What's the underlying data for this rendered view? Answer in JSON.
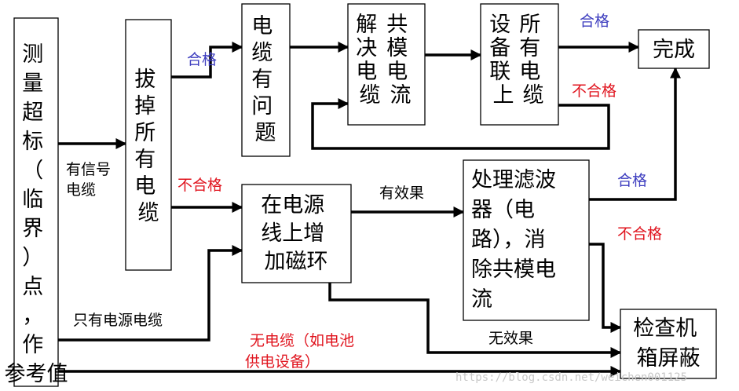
{
  "colors": {
    "pass": "#3d3dbf",
    "fail": "#e0141e",
    "line": "#000000"
  },
  "nodes": {
    "measure": "测量超标（临界）点，作参考值",
    "unplug": "拔掉所有电缆",
    "cable_problem": "电缆有问题",
    "solve_cable": "解决电缆共模电流",
    "all_connected": "设备联上所有电缆",
    "done": "完成",
    "add_ferrite": "在电源线上增加磁环",
    "filter": "处理滤波器（电路），消除共模电流",
    "shielding": "检查机箱屏蔽"
  },
  "edge_labels": {
    "has_signal_cable": "有信号电缆",
    "pass_1": "合格",
    "pass_2": "合格",
    "pass_3": "合格",
    "fail_1": "不合格",
    "fail_2": "不合格",
    "fail_3": "不合格",
    "effective": "有效果",
    "not_effective": "无效果",
    "power_only": "只有电源电缆",
    "no_cable": "无电缆（如电池供电设备）"
  },
  "watermark": "https://blog.csdn.net/weichen001125"
}
